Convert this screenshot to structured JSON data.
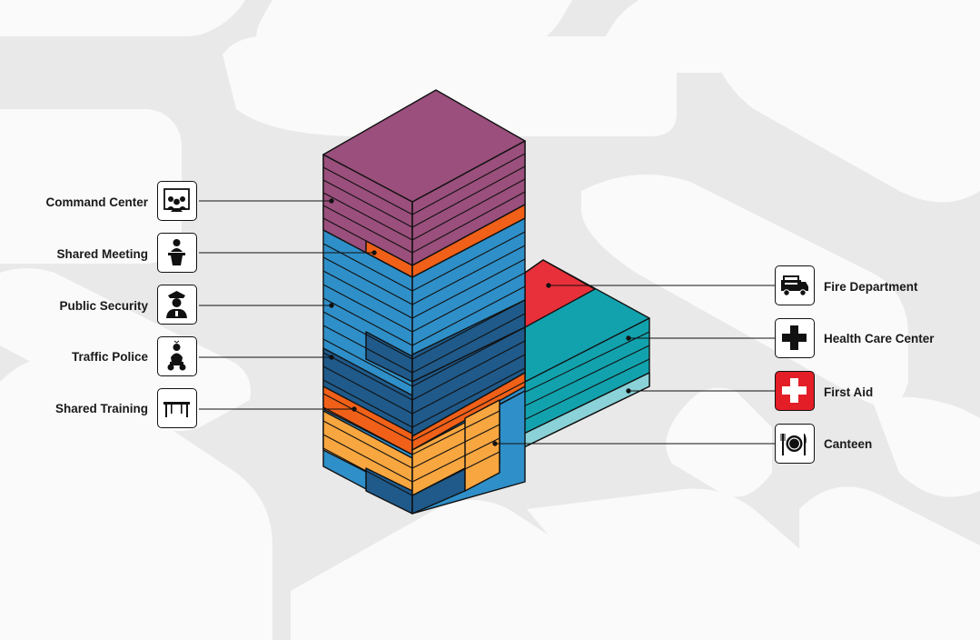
{
  "left_labels": {
    "command_center": "Command Center",
    "shared_meeting": "Shared Meeting",
    "public_security": "Public Security",
    "traffic_police": "Traffic Police",
    "shared_training": "Shared Training"
  },
  "right_labels": {
    "fire_department": "Fire Department",
    "health_care_center": "Health Care Center",
    "first_aid": "First Aid",
    "canteen": "Canteen"
  },
  "icons": {
    "command_center": "audience-screen-icon",
    "shared_meeting": "speaker-podium-icon",
    "public_security": "police-officer-icon",
    "traffic_police": "motorcycle-police-icon",
    "shared_training": "training-table-icon",
    "fire_department": "fire-truck-icon",
    "health_care_center": "medical-cross-icon",
    "first_aid": "first-aid-cross-icon",
    "canteen": "plate-cutlery-icon"
  },
  "colors": {
    "command_center": "#9a4f7c",
    "shared_meeting": "#f06018",
    "public_security": "#2f8fc8",
    "traffic_police": "#1f5a8a",
    "shared_training": "#f7a640",
    "fire_department": "#e8303a",
    "health_care_center": "#12a2ae",
    "canteen": "#8ad2d8",
    "first_aid_box": "#e41e26"
  }
}
